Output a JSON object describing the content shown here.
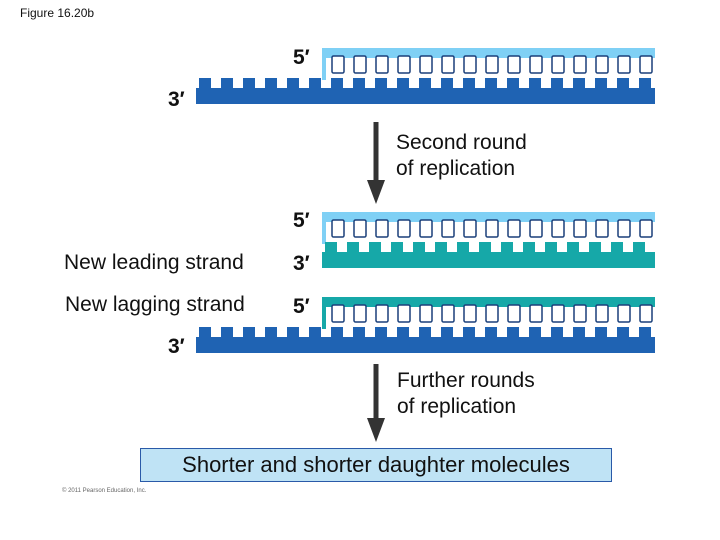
{
  "figure_label": "Figure 16.20b",
  "steps": {
    "second_line1": "Second round",
    "second_line2": "of replication",
    "further_line1": "Further rounds",
    "further_line2": "of replication"
  },
  "ends": {
    "top_parent_5": "5′",
    "top_parent_3": "3′",
    "leading_top_5": "5′",
    "leading_new_3": "3′",
    "lagging_new_5": "5′",
    "lagging_bottom_3": "3′"
  },
  "labels": {
    "leading": "New leading strand",
    "lagging": "New lagging strand"
  },
  "result": "Shorter and shorter daughter molecules",
  "copyright": "© 2011 Pearson Education, Inc.",
  "colors": {
    "light_blue": "#7fd0f5",
    "dark_blue": "#1f63b3",
    "teal": "#16a8a8",
    "arrow": "#333333",
    "box_fill": "#bfe3f5",
    "box_border": "#2a5aa8"
  }
}
